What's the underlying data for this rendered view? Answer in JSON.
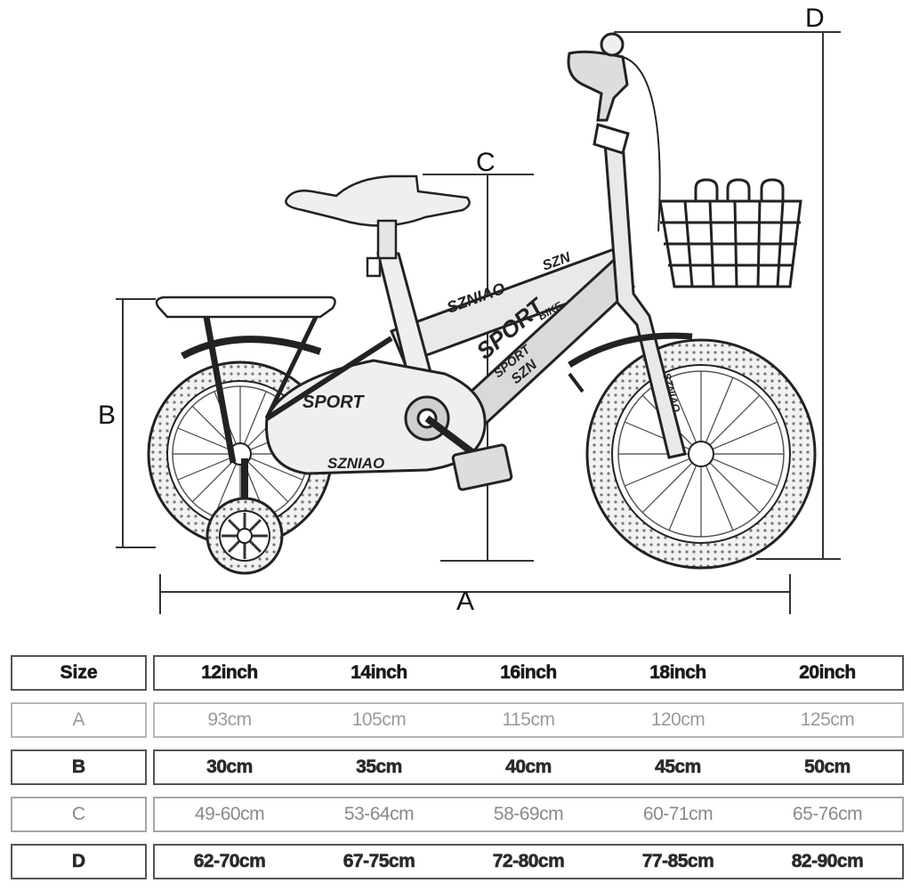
{
  "diagram": {
    "dimension_labels": {
      "a": "A",
      "b": "B",
      "c": "C",
      "d": "D"
    },
    "stickers": [
      "SZN",
      "SZNIAO",
      "SPORT",
      "SPORT",
      "SZN",
      "BIKE",
      "SPORT",
      "SZNIAO",
      "SZNIAO"
    ]
  },
  "size_table": {
    "header": {
      "label": "Size",
      "sizes": [
        "12inch",
        "14inch",
        "16inch",
        "18inch",
        "20inch"
      ]
    },
    "rows": [
      {
        "label": "A",
        "values": [
          "93cm",
          "105cm",
          "115cm",
          "120cm",
          "125cm"
        ]
      },
      {
        "label": "B",
        "values": [
          "30cm",
          "35cm",
          "40cm",
          "45cm",
          "50cm"
        ]
      },
      {
        "label": "C",
        "values": [
          "49-60cm",
          "53-64cm",
          "58-69cm",
          "60-71cm",
          "65-76cm"
        ]
      },
      {
        "label": "D",
        "values": [
          "62-70cm",
          "67-75cm",
          "72-80cm",
          "77-85cm",
          "82-90cm"
        ]
      }
    ]
  }
}
